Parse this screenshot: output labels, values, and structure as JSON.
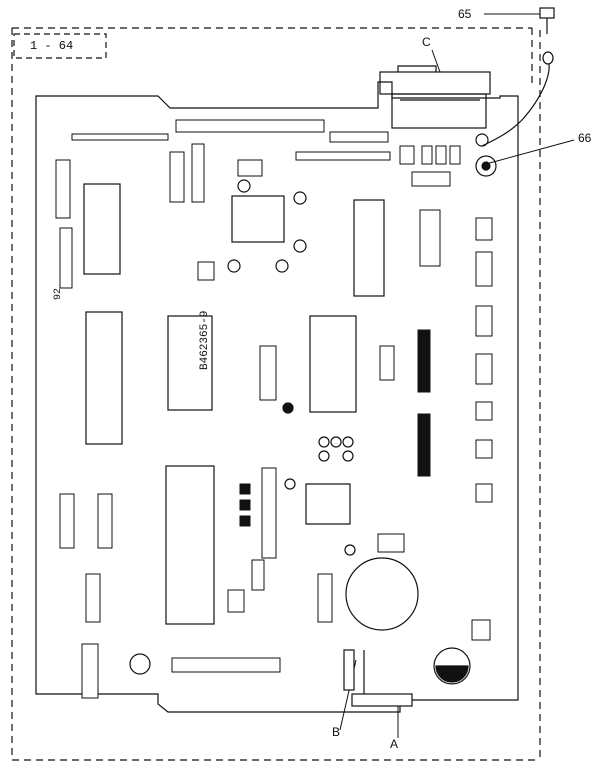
{
  "diagram": {
    "reference_box": "1 - 64",
    "callouts": {
      "c65": "65",
      "c66": "66",
      "A": "A",
      "B": "B",
      "C": "C"
    },
    "board_marking": "B462365-9",
    "side_marking": "92"
  }
}
